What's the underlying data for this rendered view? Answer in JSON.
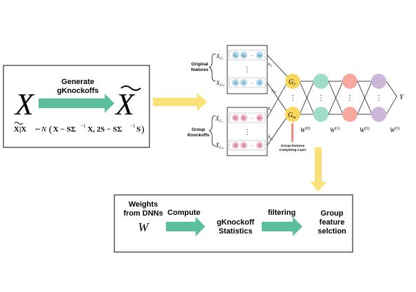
{
  "left_box": {
    "big_x": "X",
    "big_x_tilde": "X",
    "arrow_label_line1": "Generate",
    "arrow_label_line2": "gKnockoffs",
    "formula_lhs": "X|X",
    "formula_sim": "∼",
    "formula_n": "N",
    "formula_body": "X − SΣ",
    "formula_body2": "X, 2S − SΣ",
    "formula_body3": "S",
    "formula_inv": "−1"
  },
  "network": {
    "original_features_label": [
      "Original",
      "features"
    ],
    "group_knockoffs_label": [
      "Group",
      "Knockoffs"
    ],
    "x_g1": "X",
    "x_g1_sub": "G₁",
    "x_gm": "X",
    "x_gm_sub": "Gₘ",
    "xt_g1": "X̃",
    "xt_g1_sub": "G₁",
    "xt_gm": "X̃",
    "xt_gm_sub": "Gₘ",
    "orig_cells_top": [
      "x₁",
      "x₂",
      "xₙ"
    ],
    "orig_cells_bottom": [
      "x",
      "x",
      "x"
    ],
    "knock_cells_top": [
      "x̃₁",
      "x̃₂",
      "x̃ₙ"
    ],
    "knock_cells_bottom": [
      "x̃",
      "x̃",
      "x̃"
    ],
    "ellipsis": "···",
    "vdots": "⋮",
    "link_x1": "x",
    "link_x1_sub": "1",
    "link_xm": "x",
    "link_xm_sub": "m",
    "link_xt1": "x̃",
    "link_xt1_sub": "1",
    "link_xtm": "x̃",
    "link_xtm_sub": "m",
    "g1": "G",
    "g1_sub": "1",
    "gm": "G",
    "gm_sub": "m",
    "group_layer_label": [
      "Group-features",
      "Competing Layer"
    ],
    "w0": "W",
    "w0_sup": "(0)",
    "w1": "W",
    "w1_sup": "(1)",
    "w2": "W",
    "w2_sup": "(2)",
    "w3": "W",
    "w3_sup": "(3)",
    "output": "Y"
  },
  "bottom_box": {
    "weights_line1": "Weights",
    "weights_line2": "from DNNs",
    "weights_symbol": "W",
    "compute_label": "Compute",
    "stats_line1": "gKnockoff",
    "stats_line2": "Statistics",
    "filtering_label": "filtering",
    "result_line1": "Group",
    "result_line2": "feature",
    "result_line3": "selction"
  },
  "colors": {
    "teal_arrow": "#5bbf9f",
    "yellow_arrow": "#fbe07a",
    "g_node": "#f9d75c",
    "green_node": "#9fdcc8",
    "pink_node": "#f7a9a1",
    "purple_node": "#cdb7d9",
    "blue_cell": "#a9d5ee",
    "pink_cell": "#f6b2c9",
    "red_bar": "#f08a7c"
  }
}
